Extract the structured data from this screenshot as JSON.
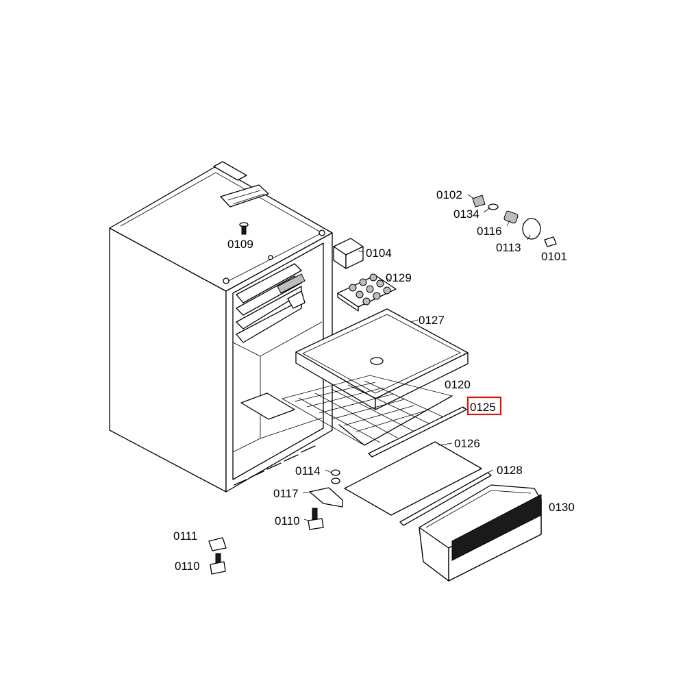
{
  "diagram": {
    "highlight_color": "#dd1111",
    "highlighted_part": "0125",
    "callouts": {
      "p0101": "0101",
      "p0102": "0102",
      "p0104": "0104",
      "p0109": "0109",
      "p0110a": "0110",
      "p0110b": "0110",
      "p0111": "0111",
      "p0113": "0113",
      "p0114": "0114",
      "p0116": "0116",
      "p0117": "0117",
      "p0120": "0120",
      "p0125": "0125",
      "p0126": "0126",
      "p0127": "0127",
      "p0128": "0128",
      "p0129": "0129",
      "p0130": "0130",
      "p0134": "0134"
    }
  }
}
